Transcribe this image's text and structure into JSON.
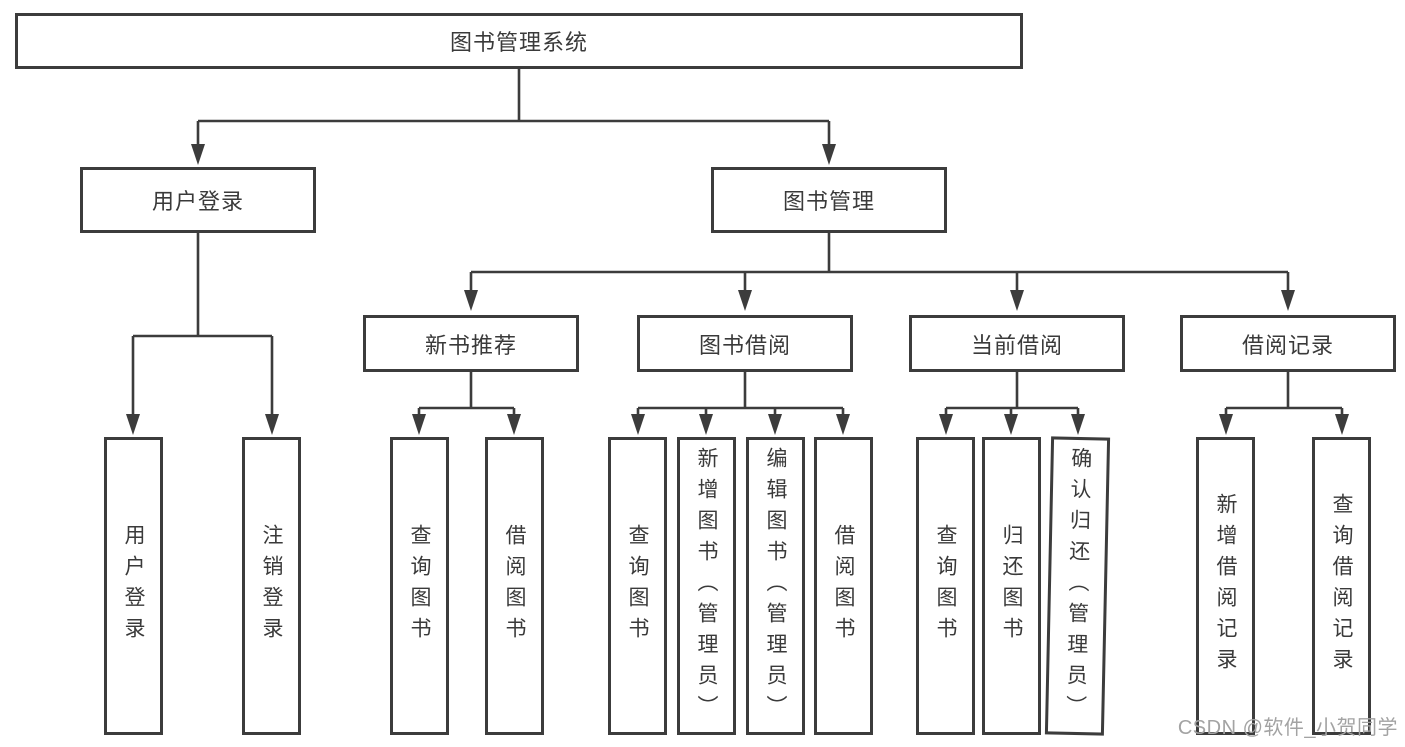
{
  "diagram": {
    "type": "tree",
    "title": "图书管理系统",
    "colors": {
      "line": "#3c3c3c",
      "box_border": "#3c3c3c",
      "text": "#3a3a3a",
      "background": "#ffffff",
      "watermark": "#a3a3a3"
    },
    "nodes": {
      "root": {
        "label": "图书管理系统"
      },
      "user_login": {
        "label": "用户登录"
      },
      "book_mgmt": {
        "label": "图书管理"
      },
      "new_book_rec": {
        "label": "新书推荐"
      },
      "book_borrow": {
        "label": "图书借阅"
      },
      "current_borrow": {
        "label": "当前借阅"
      },
      "borrow_records": {
        "label": "借阅记录"
      },
      "leaf_login": {
        "label": "用户登录"
      },
      "leaf_logout": {
        "label": "注销登录"
      },
      "leaf_rec_query": {
        "label": "查询图书"
      },
      "leaf_rec_borrow": {
        "label": "借阅图书"
      },
      "leaf_bor_query": {
        "label": "查询图书"
      },
      "leaf_bor_add": {
        "label": "新增图书（管理员）"
      },
      "leaf_bor_edit": {
        "label": "编辑图书（管理员）"
      },
      "leaf_bor_borrow": {
        "label": "借阅图书"
      },
      "leaf_cur_query": {
        "label": "查询图书"
      },
      "leaf_cur_return": {
        "label": "归还图书"
      },
      "leaf_cur_confirm": {
        "label": "确认归还（管理员）"
      },
      "leaf_recs_add": {
        "label": "新增借阅记录"
      },
      "leaf_recs_query": {
        "label": "查询借阅记录"
      }
    },
    "edges": [
      [
        "root",
        "user_login"
      ],
      [
        "root",
        "book_mgmt"
      ],
      [
        "user_login",
        "leaf_login"
      ],
      [
        "user_login",
        "leaf_logout"
      ],
      [
        "book_mgmt",
        "new_book_rec"
      ],
      [
        "book_mgmt",
        "book_borrow"
      ],
      [
        "book_mgmt",
        "current_borrow"
      ],
      [
        "book_mgmt",
        "borrow_records"
      ],
      [
        "new_book_rec",
        "leaf_rec_query"
      ],
      [
        "new_book_rec",
        "leaf_rec_borrow"
      ],
      [
        "book_borrow",
        "leaf_bor_query"
      ],
      [
        "book_borrow",
        "leaf_bor_add"
      ],
      [
        "book_borrow",
        "leaf_bor_edit"
      ],
      [
        "book_borrow",
        "leaf_bor_borrow"
      ],
      [
        "current_borrow",
        "leaf_cur_query"
      ],
      [
        "current_borrow",
        "leaf_cur_return"
      ],
      [
        "current_borrow",
        "leaf_cur_confirm"
      ],
      [
        "borrow_records",
        "leaf_recs_add"
      ],
      [
        "borrow_records",
        "leaf_recs_query"
      ]
    ]
  },
  "watermark": {
    "text": "CSDN @软件_小贺同学"
  }
}
